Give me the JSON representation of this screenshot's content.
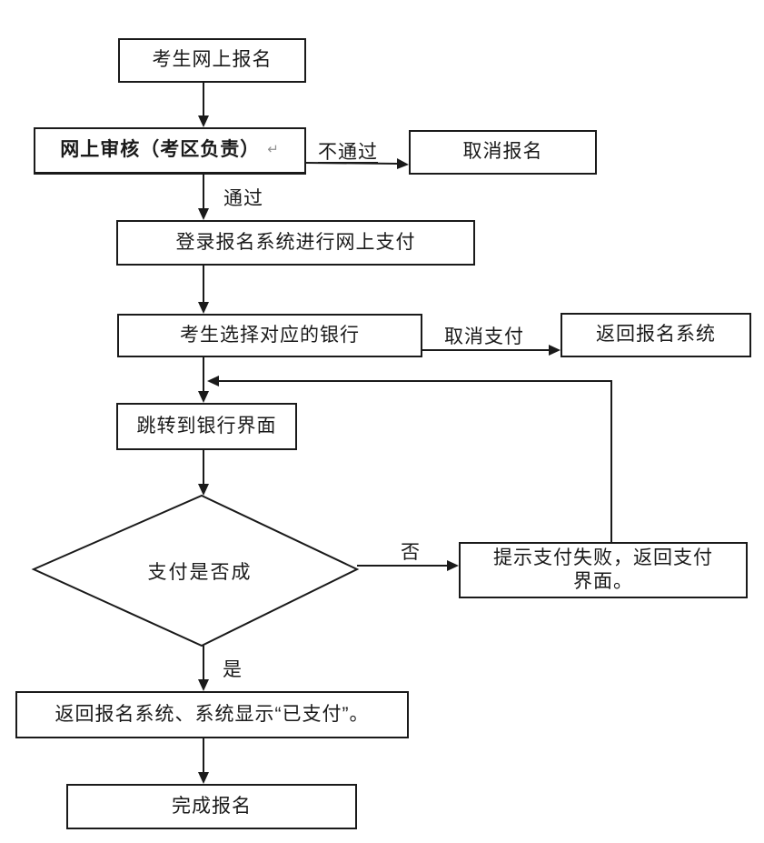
{
  "flowchart": {
    "nodes": {
      "register": "考生网上报名",
      "review": "网上审核（考区负责）",
      "review_return_mark": "↵",
      "cancel": "取消报名",
      "login_pay": "登录报名系统进行网上支付",
      "choose_bank": "考生选择对应的银行",
      "return_system": "返回报名系统",
      "jump_bank": "跳转到银行界面",
      "decision": "支付是否成",
      "fail": "提示支付失败，返回支付界面。",
      "success_return": "返回报名系统、系统显示“已支付”。",
      "complete": "完成报名"
    },
    "edge_labels": {
      "not_pass": "不通过",
      "pass": "通过",
      "cancel_pay": "取消支付",
      "no": "否",
      "yes": "是"
    },
    "colors": {
      "line": "#1a1a1a",
      "text": "#1a1a1a",
      "background": "#ffffff",
      "return_mark": "#909090"
    }
  }
}
